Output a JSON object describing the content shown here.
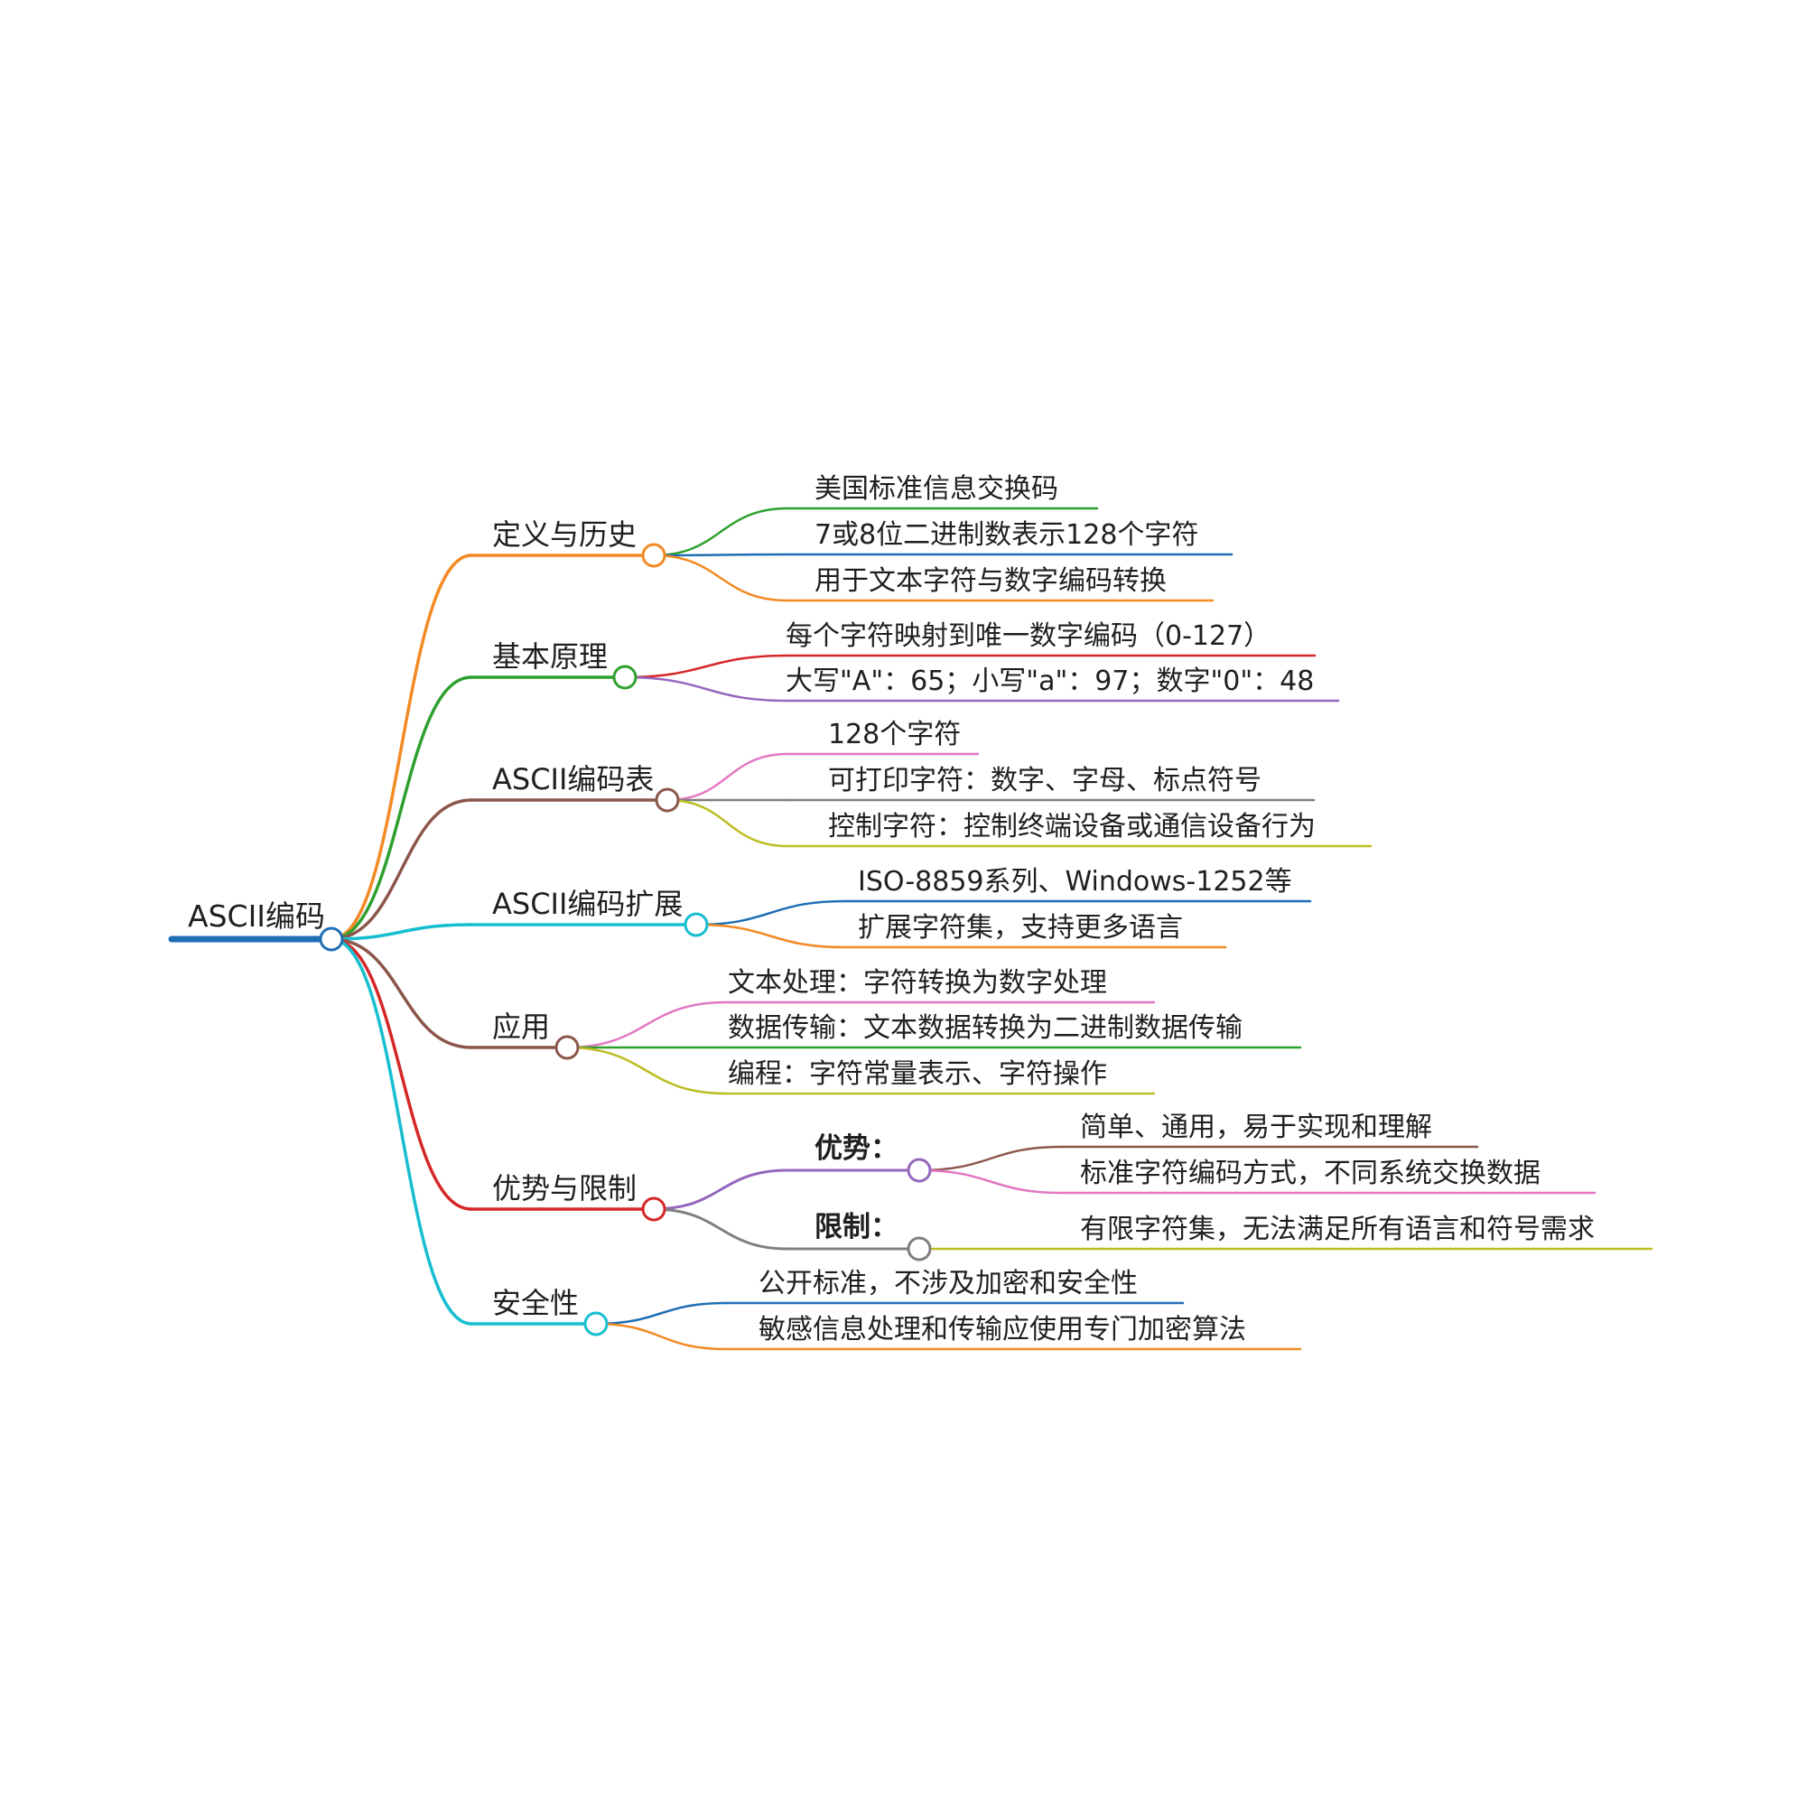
{
  "root": {
    "label": "ASCII编码",
    "color": "#1f6fb4"
  },
  "branches": [
    {
      "label": "定义与历史",
      "color": "#f28a25",
      "children": [
        {
          "label": "美国标准信息交换码",
          "color": "#2ea02e"
        },
        {
          "label": "7或8位二进制数表示128个字符",
          "color": "#1f6fb4"
        },
        {
          "label": "用于文本字符与数字编码转换",
          "color": "#f28a25"
        }
      ]
    },
    {
      "label": "基本原理",
      "color": "#2ea02e",
      "children": [
        {
          "label": "每个字符映射到唯一数字编码（0-127）",
          "color": "#d62728"
        },
        {
          "label": "大写\"A\"：65；小写\"a\"：97；数字\"0\"：48",
          "color": "#9467bd"
        }
      ]
    },
    {
      "label": "ASCII编码表",
      "color": "#8c564b",
      "children": [
        {
          "label": "128个字符",
          "color": "#e377c2"
        },
        {
          "label": "可打印字符：数字、字母、标点符号",
          "color": "#7f7f7f"
        },
        {
          "label": "控制字符：控制终端设备或通信设备行为",
          "color": "#bcbd22"
        }
      ]
    },
    {
      "label": "ASCII编码扩展",
      "color": "#17becf",
      "children": [
        {
          "label": "ISO-8859系列、Windows-1252等",
          "color": "#1f6fb4"
        },
        {
          "label": "扩展字符集，支持更多语言",
          "color": "#f28a25"
        }
      ]
    },
    {
      "label": "应用",
      "color": "#8c564b",
      "children": [
        {
          "label": "文本处理：字符转换为数字处理",
          "color": "#e377c2"
        },
        {
          "label": "数据传输：文本数据转换为二进制数据传输",
          "color": "#2ea02e"
        },
        {
          "label": "编程：字符常量表示、字符操作",
          "color": "#bcbd22"
        }
      ]
    },
    {
      "label": "优势与限制",
      "color": "#d62728",
      "children": [
        {
          "label": "优势：",
          "color": "#9467bd",
          "bold": true,
          "children": [
            {
              "label": "简单、通用，易于实现和理解",
              "color": "#8c564b"
            },
            {
              "label": "标准字符编码方式，不同系统交换数据",
              "color": "#e377c2"
            }
          ]
        },
        {
          "label": "限制：",
          "color": "#7f7f7f",
          "bold": true,
          "children": [
            {
              "label": "有限字符集，无法满足所有语言和符号需求",
              "color": "#bcbd22"
            }
          ]
        }
      ]
    },
    {
      "label": "安全性",
      "color": "#17becf",
      "children": [
        {
          "label": "公开标准，不涉及加密和安全性",
          "color": "#1f6fb4"
        },
        {
          "label": "敏感信息处理和传输应使用专门加密算法",
          "color": "#f28a25"
        }
      ]
    }
  ]
}
